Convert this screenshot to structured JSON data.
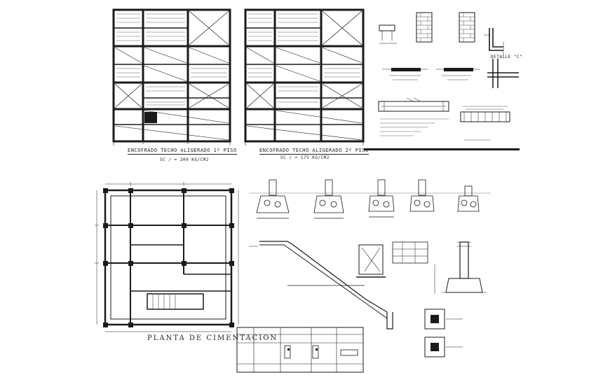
{
  "drawing": {
    "plans": {
      "floor1": {
        "title": "ENCOFRADO TECHO ALIGERADO 1º PISO",
        "load": "SC / = 200 KG/CM2"
      },
      "floor2": {
        "title": "ENCOFRADO TECHO ALIGERADO 2º PISO",
        "load": "SC / = 175 KG/CM2"
      }
    },
    "foundation": {
      "title": "PLANTA DE CIMENTACION"
    },
    "details": {
      "detail_c": "DETALLE \"C\""
    }
  },
  "colors": {
    "ink": "#1a1a1a",
    "paper": "#ffffff"
  }
}
